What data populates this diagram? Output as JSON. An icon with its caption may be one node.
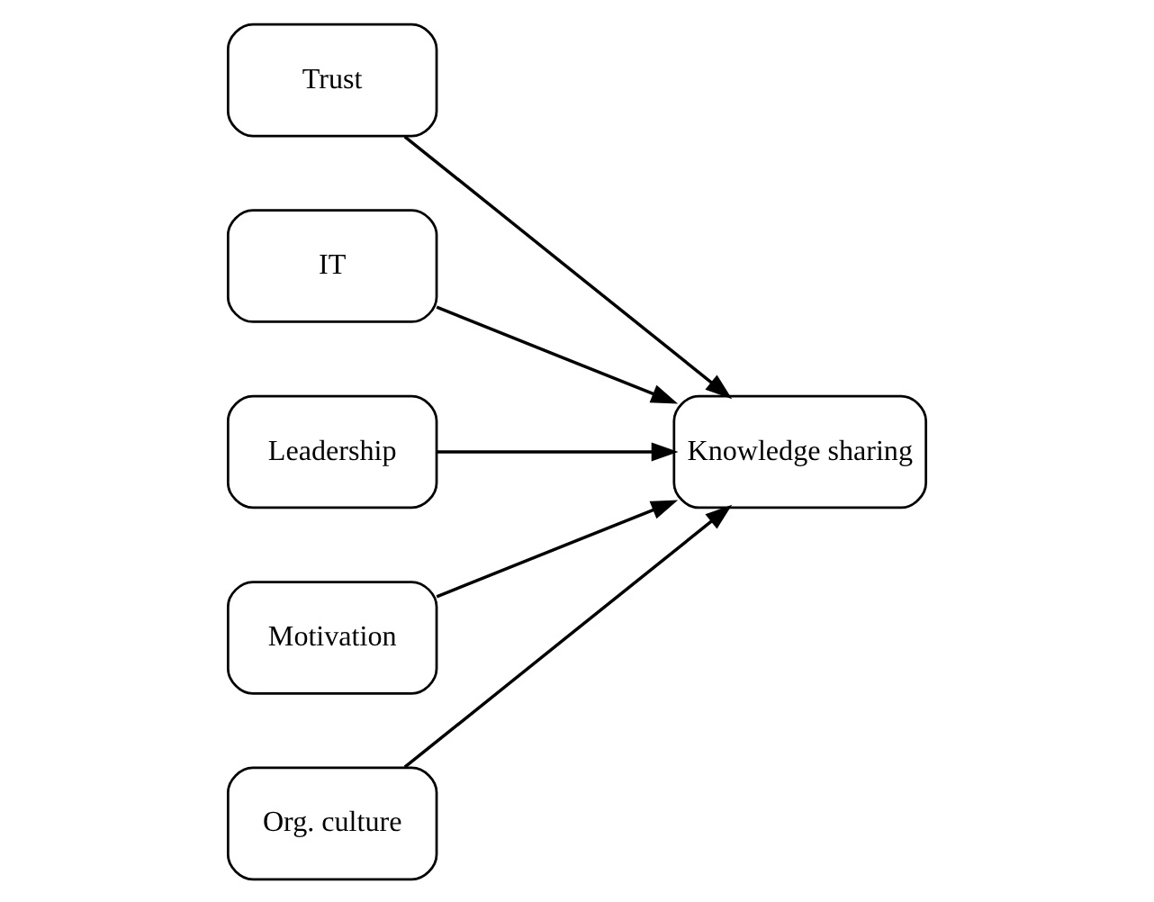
{
  "diagram": {
    "nodes": [
      {
        "text": [
          "Trust"
        ]
      },
      {
        "text": [
          "IT"
        ]
      },
      {
        "text": [
          "Leadership"
        ]
      },
      {
        "text": [
          "Motivation"
        ]
      },
      {
        "text": [
          "Org. culture"
        ]
      },
      {
        "text": [
          "Knowledge sharing"
        ]
      }
    ],
    "edges": [
      {
        "from": 0,
        "to": 5,
        "arrow": "to"
      },
      {
        "from": 1,
        "to": 5,
        "arrow": "to"
      },
      {
        "from": 2,
        "to": 5,
        "arrow": "to"
      },
      {
        "from": 3,
        "to": 5,
        "arrow": "to"
      },
      {
        "from": 4,
        "to": 5,
        "arrow": "to"
      }
    ]
  }
}
